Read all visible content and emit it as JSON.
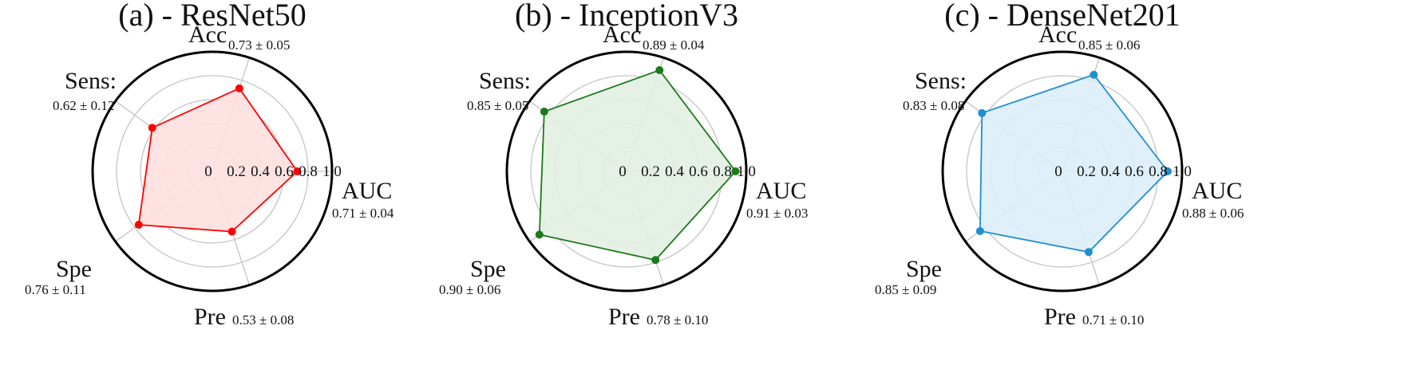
{
  "chart_data": [
    {
      "type": "radar",
      "title": "(a) - ResNet50",
      "axes": [
        "AUC",
        "Acc",
        "Sens:",
        "Spe",
        "Pre"
      ],
      "values": [
        0.71,
        0.73,
        0.62,
        0.76,
        0.53
      ],
      "value_labels": [
        "0.71 ± 0.04",
        "0.73 ± 0.05",
        "0.62 ± 0.12",
        "0.76 ± 0.11",
        "0.53 ± 0.08"
      ],
      "radial_ticks": [
        "0",
        "0.2",
        "0.4",
        "0.6",
        "0.8",
        "1.0"
      ],
      "rlim": [
        0,
        1.0
      ],
      "grid": true,
      "color": "#ff0000",
      "fill": "#ffe0e0"
    },
    {
      "type": "radar",
      "title": "(b) - InceptionV3",
      "axes": [
        "AUC",
        "Acc",
        "Sens:",
        "Spe",
        "Pre"
      ],
      "values": [
        0.91,
        0.89,
        0.85,
        0.9,
        0.78
      ],
      "value_labels": [
        "0.91 ± 0.03",
        "0.89 ± 0.04",
        "0.85 ± 0.05",
        "0.90 ± 0.06",
        "0.78 ± 0.10"
      ],
      "radial_ticks": [
        "0",
        "0.2",
        "0.4",
        "0.6",
        "0.8",
        "1.0"
      ],
      "rlim": [
        0,
        1.0
      ],
      "grid": true,
      "color": "#1a7a1a",
      "fill": "#e3efe3"
    },
    {
      "type": "radar",
      "title": "(c) - DenseNet201",
      "axes": [
        "AUC",
        "Acc",
        "Sens:",
        "Spe",
        "Pre"
      ],
      "values": [
        0.88,
        0.85,
        0.83,
        0.85,
        0.71
      ],
      "value_labels": [
        "0.88 ± 0.06",
        "0.85 ± 0.06",
        "0.83 ± 0.08",
        "0.85 ± 0.09",
        "0.71 ± 0.10"
      ],
      "radial_ticks": [
        "0",
        "0.2",
        "0.4",
        "0.6",
        "0.8",
        "1.0"
      ],
      "rlim": [
        0,
        1.0
      ],
      "grid": true,
      "color": "#1f8fd0",
      "fill": "#ddeef9"
    }
  ]
}
